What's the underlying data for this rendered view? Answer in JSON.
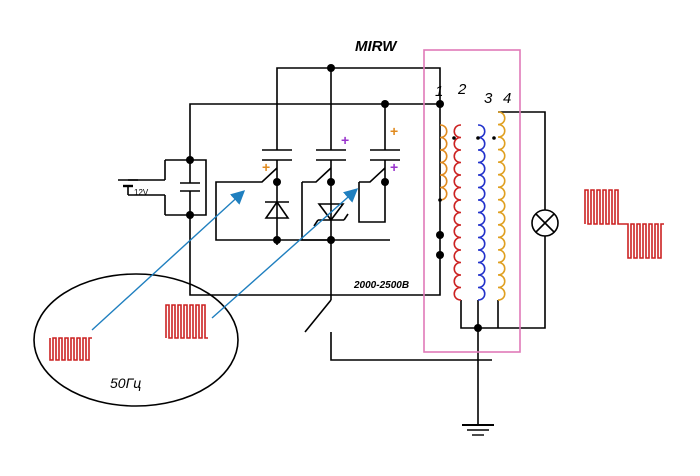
{
  "title": "MIRW",
  "winding_labels": [
    "1",
    "2",
    "3",
    "4"
  ],
  "battery_label": "12V",
  "voltage_label": "2000-2500B",
  "frequency_label": "50Гц",
  "plus_sign": "+",
  "colors": {
    "winding_1": "#e08a1e",
    "winding_2": "#cc2222",
    "winding_3": "#2233cc",
    "winding_4": "#e0a020",
    "transformer_frame": "#e07ab8",
    "signal_arrows": "#1f7fbf",
    "waveforms": "#cc2222",
    "plus_orange": "#e08a1e",
    "plus_purple": "#9933cc"
  }
}
